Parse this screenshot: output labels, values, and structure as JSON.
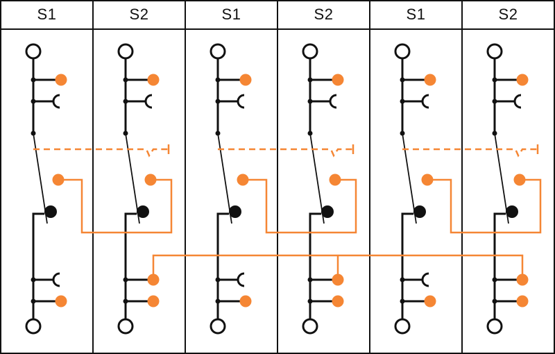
{
  "colors": {
    "wire": "#111111",
    "accent": "#f58634",
    "background": "#ffffff"
  },
  "headers": [
    "S1",
    "S2",
    "S1",
    "S2",
    "S1",
    "S2"
  ]
}
